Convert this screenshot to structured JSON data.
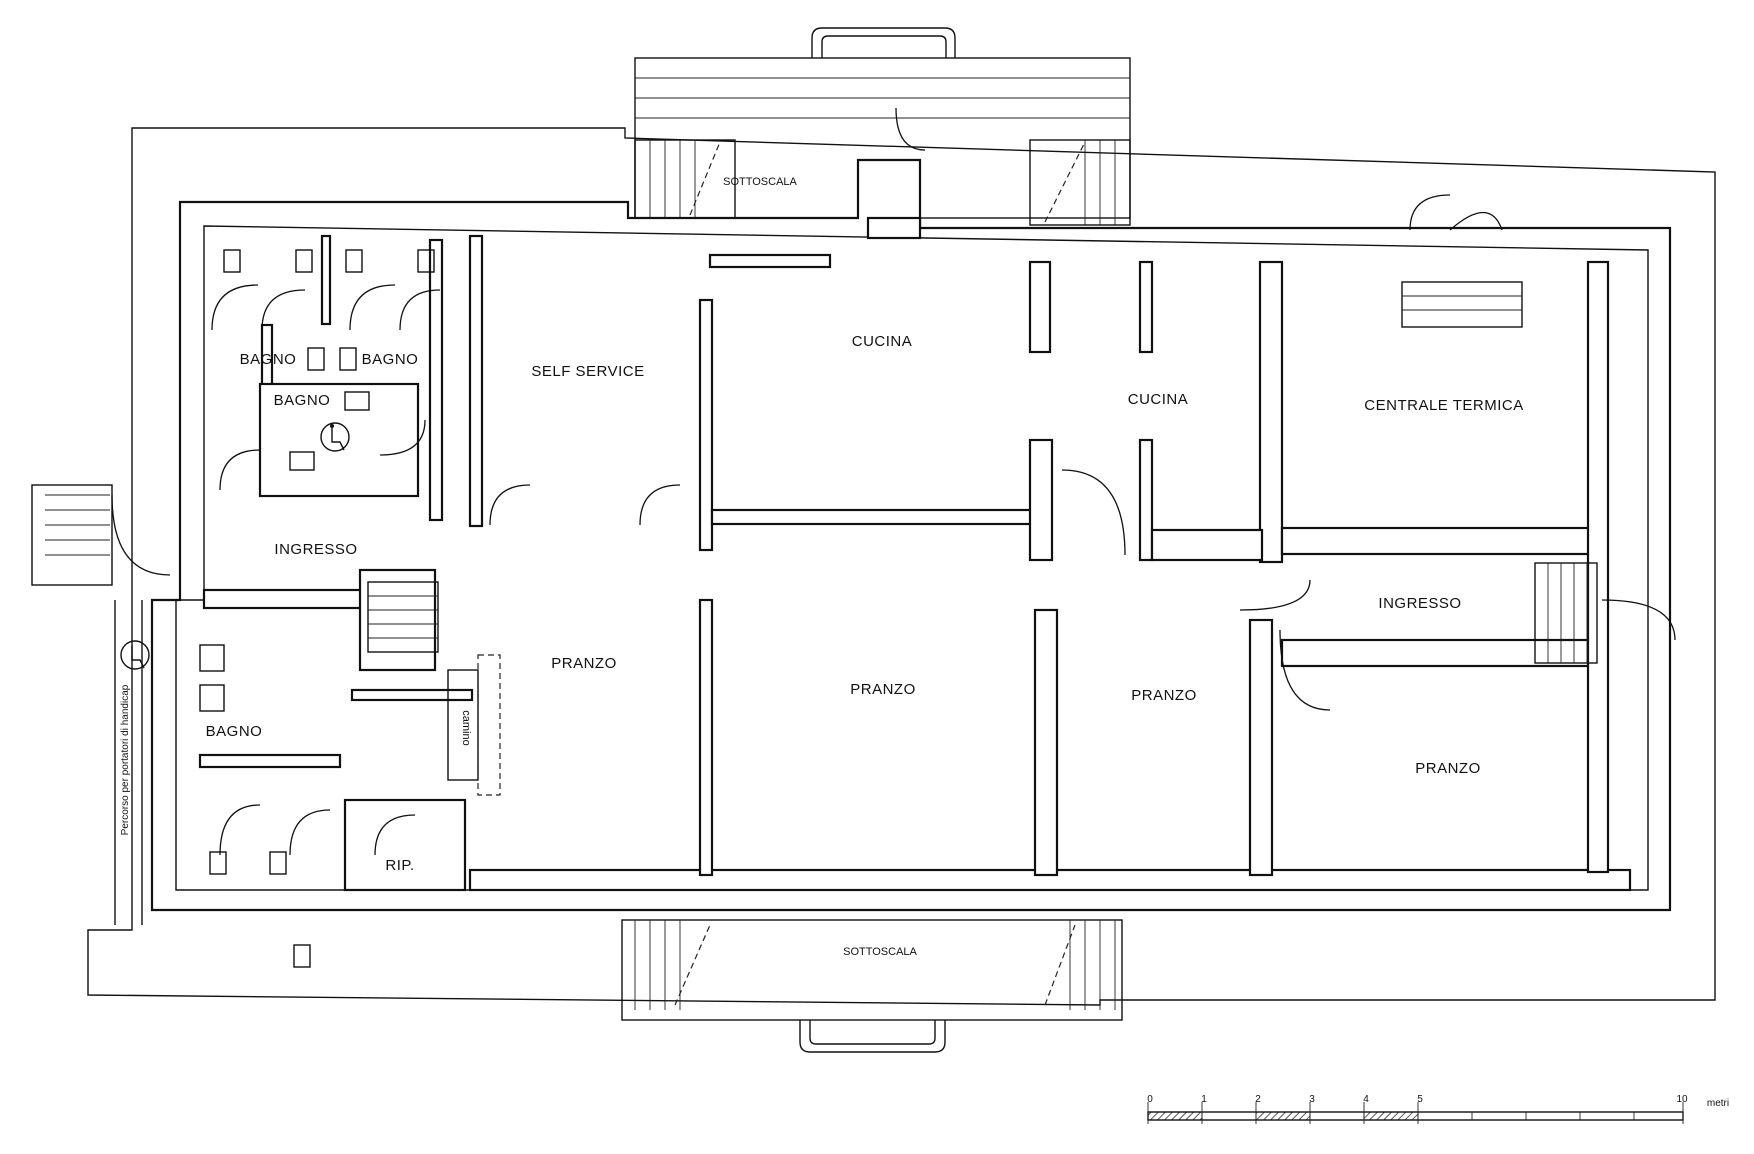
{
  "rooms": {
    "sottoscala_top": "SOTTOSCALA",
    "sottoscala_bottom": "SOTTOSCALA",
    "bagno_1": "BAGNO",
    "bagno_2": "BAGNO",
    "bagno_3": "BAGNO",
    "bagno_4": "BAGNO",
    "self_service": "SELF SERVICE",
    "cucina_1": "CUCINA",
    "cucina_2": "CUCINA",
    "centrale_termica": "CENTRALE TERMICA",
    "ingresso_1": "INGRESSO",
    "ingresso_2": "INGRESSO",
    "pranzo_1": "PRANZO",
    "pranzo_2": "PRANZO",
    "pranzo_3": "PRANZO",
    "pranzo_4": "PRANZO",
    "camino": "camino",
    "rip": "RIP."
  },
  "ramp_note": "Percorso per portatori di handicap",
  "scale_bar": {
    "unit": "metri",
    "ticks": [
      "0",
      "1",
      "2",
      "3",
      "4",
      "5",
      "10"
    ]
  }
}
